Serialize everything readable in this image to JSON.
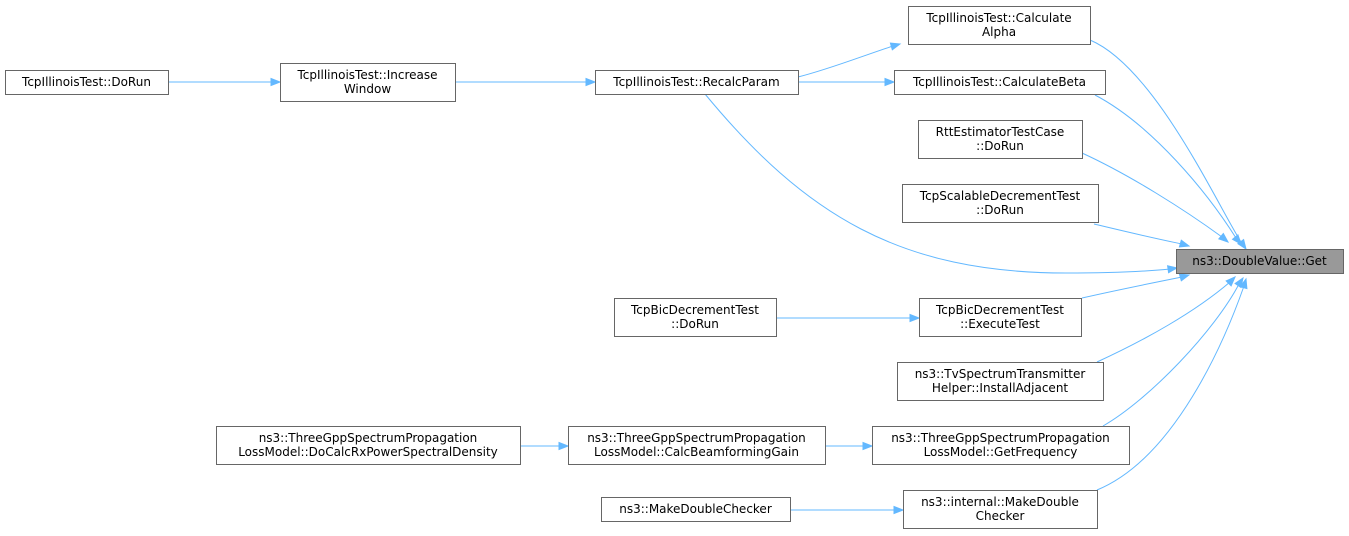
{
  "diagram": {
    "nodes": [
      {
        "id": "get",
        "lines": [
          "ns3::DoubleValue::Get"
        ],
        "highlight": true
      },
      {
        "id": "calcalpha",
        "lines": [
          "TcpIllinoisTest::Calculate",
          "Alpha"
        ]
      },
      {
        "id": "recalc",
        "lines": [
          "TcpIllinoisTest::RecalcParam"
        ]
      },
      {
        "id": "calcbeta",
        "lines": [
          "TcpIllinoisTest::CalculateBeta"
        ]
      },
      {
        "id": "increase",
        "lines": [
          "TcpIllinoisTest::Increase",
          "Window"
        ]
      },
      {
        "id": "illdorun",
        "lines": [
          "TcpIllinoisTest::DoRun"
        ]
      },
      {
        "id": "rtt",
        "lines": [
          "RttEstimatorTestCase",
          "::DoRun"
        ]
      },
      {
        "id": "scalable",
        "lines": [
          "TcpScalableDecrementTest",
          "::DoRun"
        ]
      },
      {
        "id": "bicexec",
        "lines": [
          "TcpBicDecrementTest",
          "::ExecuteTest"
        ]
      },
      {
        "id": "bicdorun",
        "lines": [
          "TcpBicDecrementTest",
          "::DoRun"
        ]
      },
      {
        "id": "tvspec",
        "lines": [
          "ns3::TvSpectrumTransmitter",
          "Helper::InstallAdjacent"
        ]
      },
      {
        "id": "getfreq",
        "lines": [
          "ns3::ThreeGppSpectrumPropagation",
          "LossModel::GetFrequency"
        ]
      },
      {
        "id": "beam",
        "lines": [
          "ns3::ThreeGppSpectrumPropagation",
          "LossModel::CalcBeamformingGain"
        ]
      },
      {
        "id": "docalc",
        "lines": [
          "ns3::ThreeGppSpectrumPropagation",
          "LossModel::DoCalcRxPowerSpectralDensity"
        ]
      },
      {
        "id": "imake",
        "lines": [
          "ns3::internal::MakeDouble",
          "Checker"
        ]
      },
      {
        "id": "make",
        "lines": [
          "ns3::MakeDoubleChecker"
        ]
      }
    ],
    "edges": [
      {
        "from": "calcalpha",
        "to": "get"
      },
      {
        "from": "calcbeta",
        "to": "get"
      },
      {
        "from": "rtt",
        "to": "get"
      },
      {
        "from": "scalable",
        "to": "get"
      },
      {
        "from": "recalc",
        "to": "get"
      },
      {
        "from": "bicexec",
        "to": "get"
      },
      {
        "from": "tvspec",
        "to": "get"
      },
      {
        "from": "getfreq",
        "to": "get"
      },
      {
        "from": "imake",
        "to": "get"
      },
      {
        "from": "recalc",
        "to": "calcalpha"
      },
      {
        "from": "recalc",
        "to": "calcbeta"
      },
      {
        "from": "increase",
        "to": "recalc"
      },
      {
        "from": "illdorun",
        "to": "increase"
      },
      {
        "from": "bicdorun",
        "to": "bicexec"
      },
      {
        "from": "beam",
        "to": "getfreq"
      },
      {
        "from": "docalc",
        "to": "beam"
      },
      {
        "from": "make",
        "to": "imake"
      }
    ]
  }
}
